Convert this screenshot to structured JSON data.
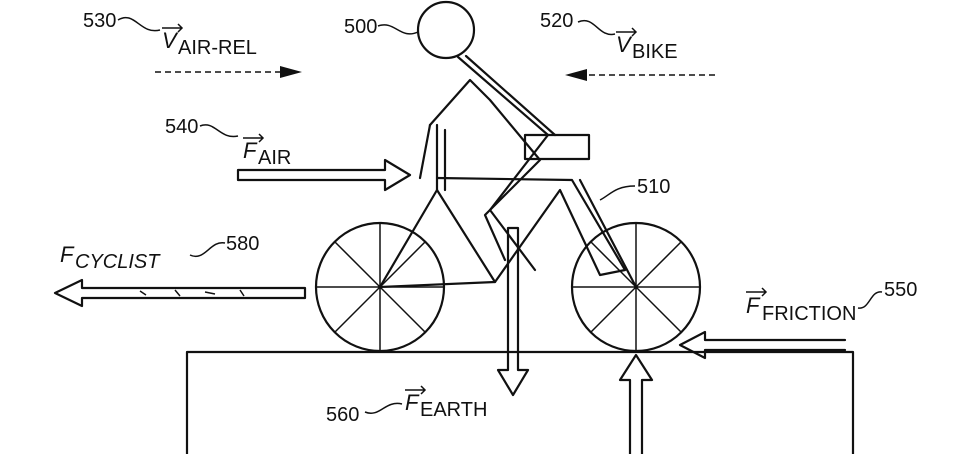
{
  "figure": {
    "cyclist": {
      "ref": "500"
    },
    "bicycle": {
      "ref": "510"
    },
    "bike_velocity": {
      "ref": "520",
      "symbol": "V",
      "subscript": "BIKE"
    },
    "air_relative_velocity": {
      "ref": "530",
      "symbol": "V",
      "subscript": "AIR-REL"
    },
    "air_force": {
      "ref": "540",
      "symbol": "F",
      "subscript": "AIR"
    },
    "friction_force": {
      "ref": "550",
      "symbol": "F",
      "subscript": "FRICTION"
    },
    "earth_force": {
      "ref": "560",
      "symbol": "F",
      "subscript": "EARTH"
    },
    "cyclist_force": {
      "ref": "580",
      "symbol": "F",
      "subscript": "CYCLIST"
    }
  }
}
